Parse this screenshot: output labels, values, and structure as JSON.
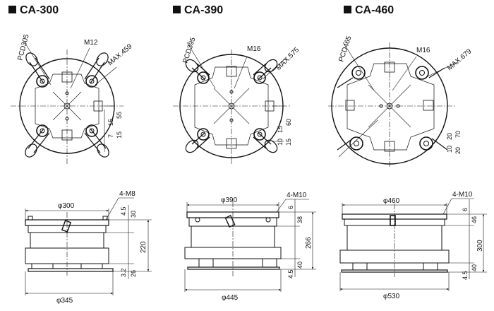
{
  "models": [
    {
      "title": "CA-300",
      "top": {
        "pcd": "PCD305",
        "thread": "M12",
        "max": "MAX.459",
        "d1": "55",
        "d2": "15",
        "d3": "7",
        "d4": "15"
      },
      "side": {
        "dia_top": "φ300",
        "holes": "4-M8",
        "v1": "4.5",
        "v2": "30",
        "height": "220",
        "v3": "3.2",
        "v4": "26",
        "dia_base": "φ345"
      }
    },
    {
      "title": "CA-390",
      "top": {
        "pcd": "PCD395",
        "thread": "M16",
        "max": "MAX.575",
        "d1": "60",
        "d2": "15",
        "d3": "10",
        "d4": "15"
      },
      "side": {
        "dia_top": "φ390",
        "holes": "4-M10",
        "v1": "6",
        "v2": "38",
        "height": "266",
        "v3": "4.5",
        "v4": "40",
        "dia_base": "φ445"
      }
    },
    {
      "title": "CA-460",
      "top": {
        "pcd": "PCD465",
        "thread": "M16",
        "max": "MAX.679",
        "d1": "70",
        "d2": "20",
        "d3": "10",
        "d4": "20"
      },
      "side": {
        "dia_top": "φ460",
        "holes": "4-M10",
        "v1": "6",
        "v2": "46",
        "height": "300",
        "v3": "4.5",
        "v4": "40",
        "dia_base": "φ530"
      }
    }
  ]
}
